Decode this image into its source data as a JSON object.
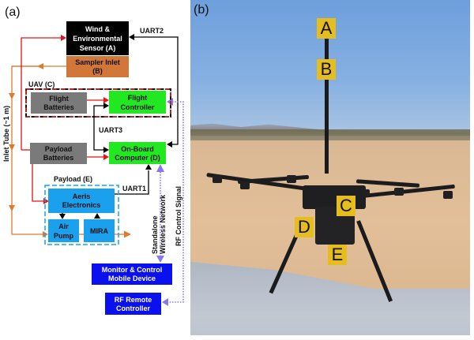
{
  "panel_a": {
    "label": "(a)",
    "boxes": {
      "wind_sensor": [
        "Wind &",
        "Environmental",
        "Sensor (A)"
      ],
      "sampler_inlet": [
        "Sampler Inlet",
        "(B)"
      ],
      "flight_batteries": [
        "Flight",
        "Batteries"
      ],
      "flight_controller": [
        "Flight",
        "Controller"
      ],
      "payload_batteries": [
        "Payload",
        "Batteries"
      ],
      "onboard_computer": [
        "On-Board",
        "Computer (D)"
      ],
      "aeris_electronics": [
        "Aeris",
        "Electronics"
      ],
      "air_pump": [
        "Air",
        "Pump"
      ],
      "mira": [
        "MIRA"
      ],
      "monitor_device": [
        "Monitor & Control",
        "Mobile Device"
      ],
      "rf_remote": [
        "RF Remote",
        "Controller"
      ]
    },
    "group_labels": {
      "uav": "UAV (C)",
      "payload": "Payload (E)"
    },
    "link_labels": {
      "uart1": "UART1",
      "uart2": "UART2",
      "uart3": "UART3",
      "inlet_tube": "Inlet Tube (~1 m)",
      "wireless": [
        "Standalone",
        "Wireless Network"
      ],
      "rf_signal": "RF Control Signal"
    },
    "colors": {
      "sensor_box": "#000000",
      "inlet_box": "#d2773a",
      "battery_box": "#7a7a7a",
      "controller_box": "#22e822",
      "payload_box": "#1aa0ec",
      "remote_box": "#0a10ee",
      "power_line": "#ee1111",
      "air_line": "#dd7a30",
      "data_line": "#000000",
      "wireless_line": "#8877ee",
      "uav_border_red": "#b3262a",
      "payload_border": "#1aa0ec"
    }
  },
  "panel_b": {
    "label": "(b)",
    "tags": [
      "A",
      "B",
      "C",
      "D",
      "E"
    ],
    "tag_color": "#e6bd1f"
  }
}
